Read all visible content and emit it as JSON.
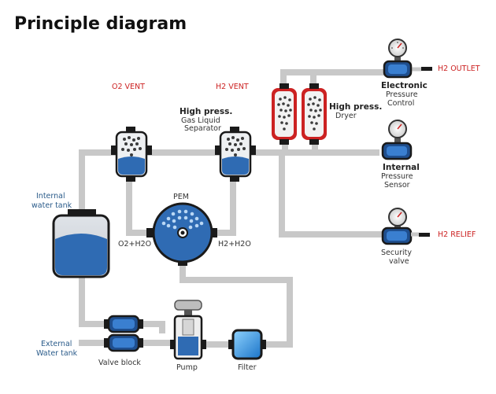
{
  "title": "Principle diagram",
  "labels": {
    "o2_vent": "O2 VENT",
    "h2_vent": "H2 VENT",
    "h2_outlet": "H2 OUTLET",
    "h2_relief": "H2 RELIEF",
    "separator_bold": "High press.",
    "separator_line1": "Gas Liquid",
    "separator_line2": "Separator",
    "dryer_bold": "High press.",
    "dryer_line": "Dryer",
    "epc_bold": "Electronic",
    "epc_line1": "Pressure",
    "epc_line2": "Control",
    "ips_bold": "Internal",
    "ips_line1": "Pressure",
    "ips_line2": "Sensor",
    "sv_line1": "Security",
    "sv_line2": "valve",
    "pem": "PEM",
    "o2_h2o": "O2+H2O",
    "h2_h2o": "H2+H2O",
    "internal_tank_line1": "Internal",
    "internal_tank_line2": "water tank",
    "external_tank_line1": "External",
    "external_tank_line2": "Water tank",
    "valve_block": "Valve block",
    "pump": "Pump",
    "filter": "Filter"
  },
  "colors": {
    "blue": "#2f6bb3",
    "dark_blue": "#1f4f8f",
    "red": "#cc2222",
    "pipe": "#c8c8c8",
    "outline": "#1a1a1a"
  }
}
